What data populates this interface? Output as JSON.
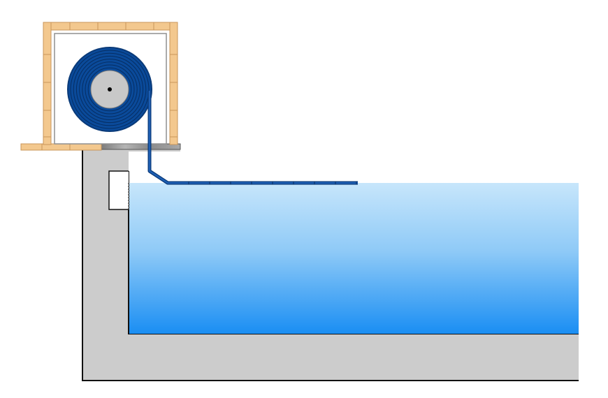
{
  "diagram": {
    "components": {
      "enclosure": "brick-enclosure",
      "reel": "cover-reel",
      "cover": "pool-cover",
      "pool_wall": "pool-structure",
      "water": "pool-water",
      "skimmer": "skimmer-recess"
    },
    "colors": {
      "background": "#ffffff",
      "brick_fill": "#f3c88e",
      "brick_stroke": "#c9965a",
      "enclosure_interior": "#ffffff",
      "enclosure_inner_border": "#8f8f8f",
      "reel_cover": "#0a4a9a",
      "reel_outline": "#0a3a78",
      "reel_hub": "#c8c8c8",
      "reel_axle": "#000000",
      "concrete": "#cccccc",
      "concrete_edge": "#111111",
      "coping_stone": "#9a9a9a",
      "water_top": "#c7e6fb",
      "water_bottom": "#1a8ef3"
    }
  }
}
